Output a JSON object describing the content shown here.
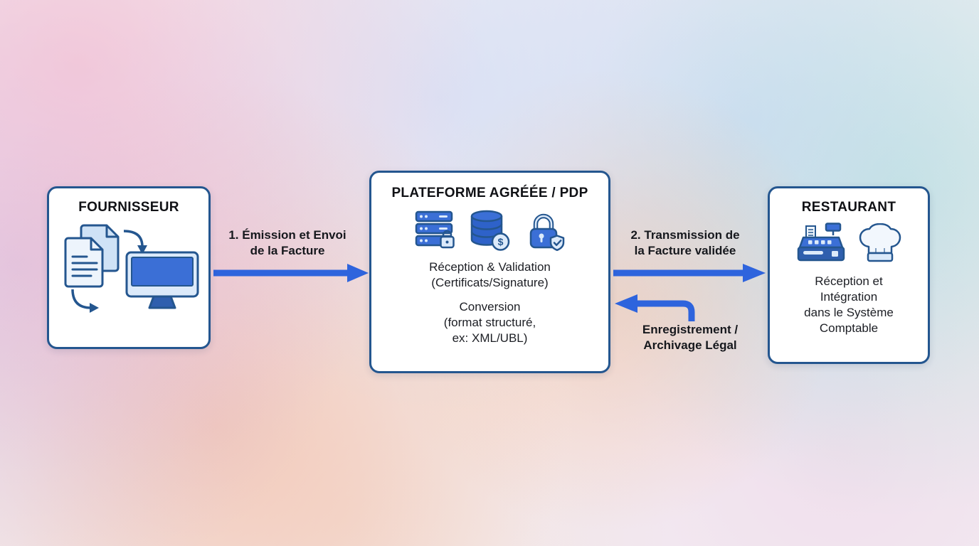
{
  "nodes": {
    "fournisseur": {
      "title": "FOURNISSEUR"
    },
    "plateforme": {
      "title": "PLATEFORME AGRÉÉE / PDP",
      "line1": "Réception & Validation",
      "line2": "(Certificats/Signature)",
      "line3": "Conversion",
      "line4": "(format structuré,",
      "line5": "ex: XML/UBL)"
    },
    "restaurant": {
      "title": "RESTAURANT",
      "line1": "Réception et",
      "line2": "Intégration",
      "line3": "dans le Système",
      "line4": "Comptable"
    }
  },
  "arrows": {
    "arrow1": {
      "line1": "1. Émission et Envoi",
      "line2": "de la Facture"
    },
    "arrow2": {
      "line1": "2. Transmission de",
      "line2": "la Facture validée"
    },
    "arrow3": {
      "line1": "Enregistrement /",
      "line2": "Archivage Légal"
    }
  },
  "icons": {
    "fournisseur": [
      "documents-icon",
      "monitor-icon",
      "transfer-arrow-icon"
    ],
    "plateforme": [
      "secure-server-icon",
      "database-dollar-icon",
      "padlock-shield-icon"
    ],
    "restaurant": [
      "cash-register-icon",
      "chef-hat-icon"
    ],
    "dollar_glyph": "$"
  },
  "colors": {
    "arrow": "#2e64dd",
    "border": "#24568f",
    "icon_blue": "#3b6fd6",
    "icon_dark": "#2f5fae",
    "icon_light": "#dceafa"
  }
}
